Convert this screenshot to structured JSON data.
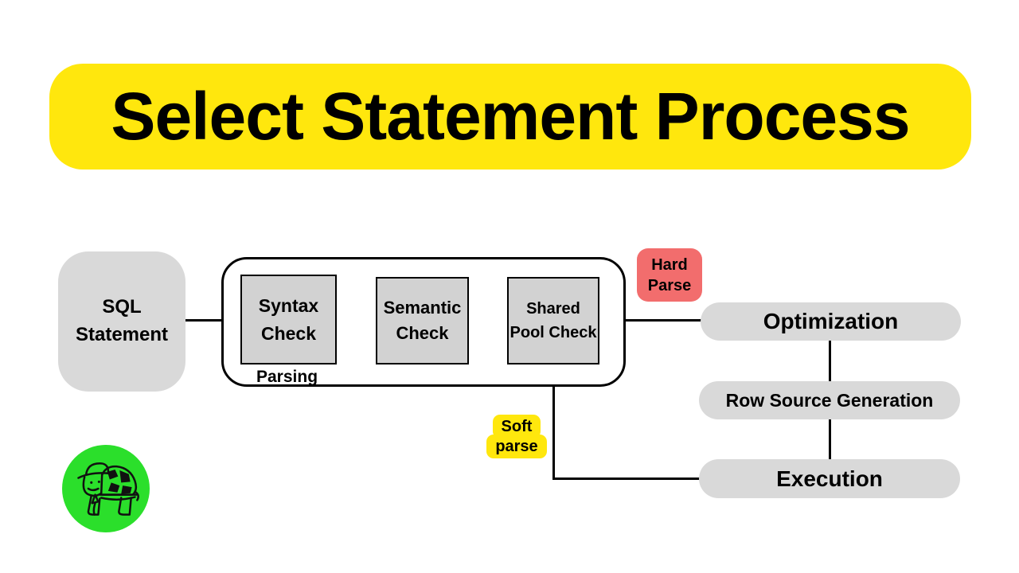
{
  "title": {
    "text": "Select Statement Process"
  },
  "flow": {
    "sql_statement": {
      "line1": "SQL",
      "line2": "Statement"
    },
    "parsing": {
      "label": "Parsing",
      "steps": [
        {
          "line1": "Syntax",
          "line2": "Check"
        },
        {
          "line1": "Semantic",
          "line2": "Check"
        },
        {
          "line1": "Shared",
          "line2": "Pool Check"
        }
      ]
    },
    "hard_parse": {
      "line1": "Hard",
      "line2": "Parse"
    },
    "soft_parse": {
      "line1": "Soft",
      "line2": "parse"
    },
    "optimization": "Optimization",
    "row_source_generation": "Row Source Generation",
    "execution": "Execution"
  },
  "logo": {
    "name": "turtle-mascot"
  },
  "colors": {
    "banner_yellow": "#FFE70D",
    "highlight_yellow": "#FFE70D",
    "hard_parse_red": "#F26D6D",
    "shape_gray": "#D9D9D9",
    "step_box_gray": "#D2D2D2",
    "logo_green": "#2BDF2B",
    "line_black": "#000000"
  }
}
